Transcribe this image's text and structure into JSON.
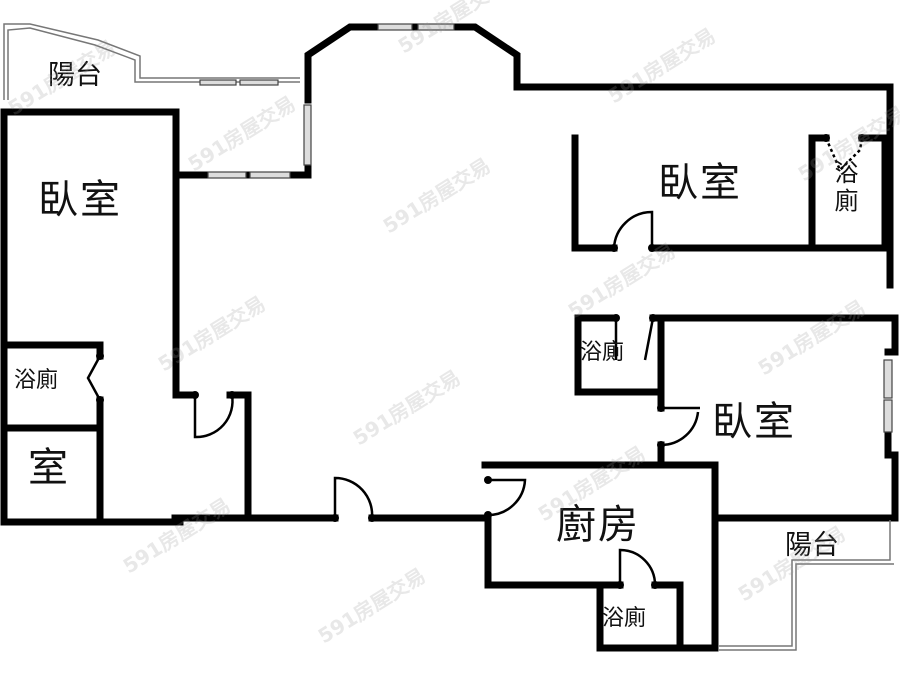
{
  "floor_plan": {
    "rooms": [
      {
        "id": "balcony-top-left",
        "label": "陽台"
      },
      {
        "id": "bedroom-left",
        "label": "臥室"
      },
      {
        "id": "bathroom-left",
        "label": "浴廁"
      },
      {
        "id": "small-room-left",
        "label": "室"
      },
      {
        "id": "bedroom-top-right",
        "label": "臥室"
      },
      {
        "id": "bathroom-top-right",
        "label": "浴廁"
      },
      {
        "id": "bathroom-mid-right",
        "label": "浴廁"
      },
      {
        "id": "bedroom-mid-right",
        "label": "臥室"
      },
      {
        "id": "kitchen",
        "label": "廚房"
      },
      {
        "id": "bathroom-kitchen",
        "label": "浴廁"
      },
      {
        "id": "balcony-bottom-right",
        "label": "陽台"
      }
    ],
    "watermark": "591房屋交易",
    "colors": {
      "wall": "#000000",
      "background": "#ffffff",
      "balcony_line": "#777777",
      "watermark": "#969696"
    }
  }
}
